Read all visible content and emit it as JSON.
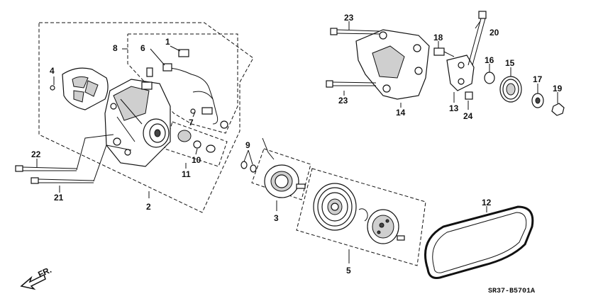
{
  "callouts": [
    "1",
    "2",
    "3",
    "4",
    "5",
    "6",
    "7",
    "8",
    "9",
    "10",
    "11",
    "12",
    "13",
    "14",
    "15",
    "16",
    "17",
    "18",
    "19",
    "20",
    "21",
    "22",
    "23",
    "23",
    "24"
  ],
  "diagram_code": "SR37-B5701A",
  "front_label": "FR."
}
